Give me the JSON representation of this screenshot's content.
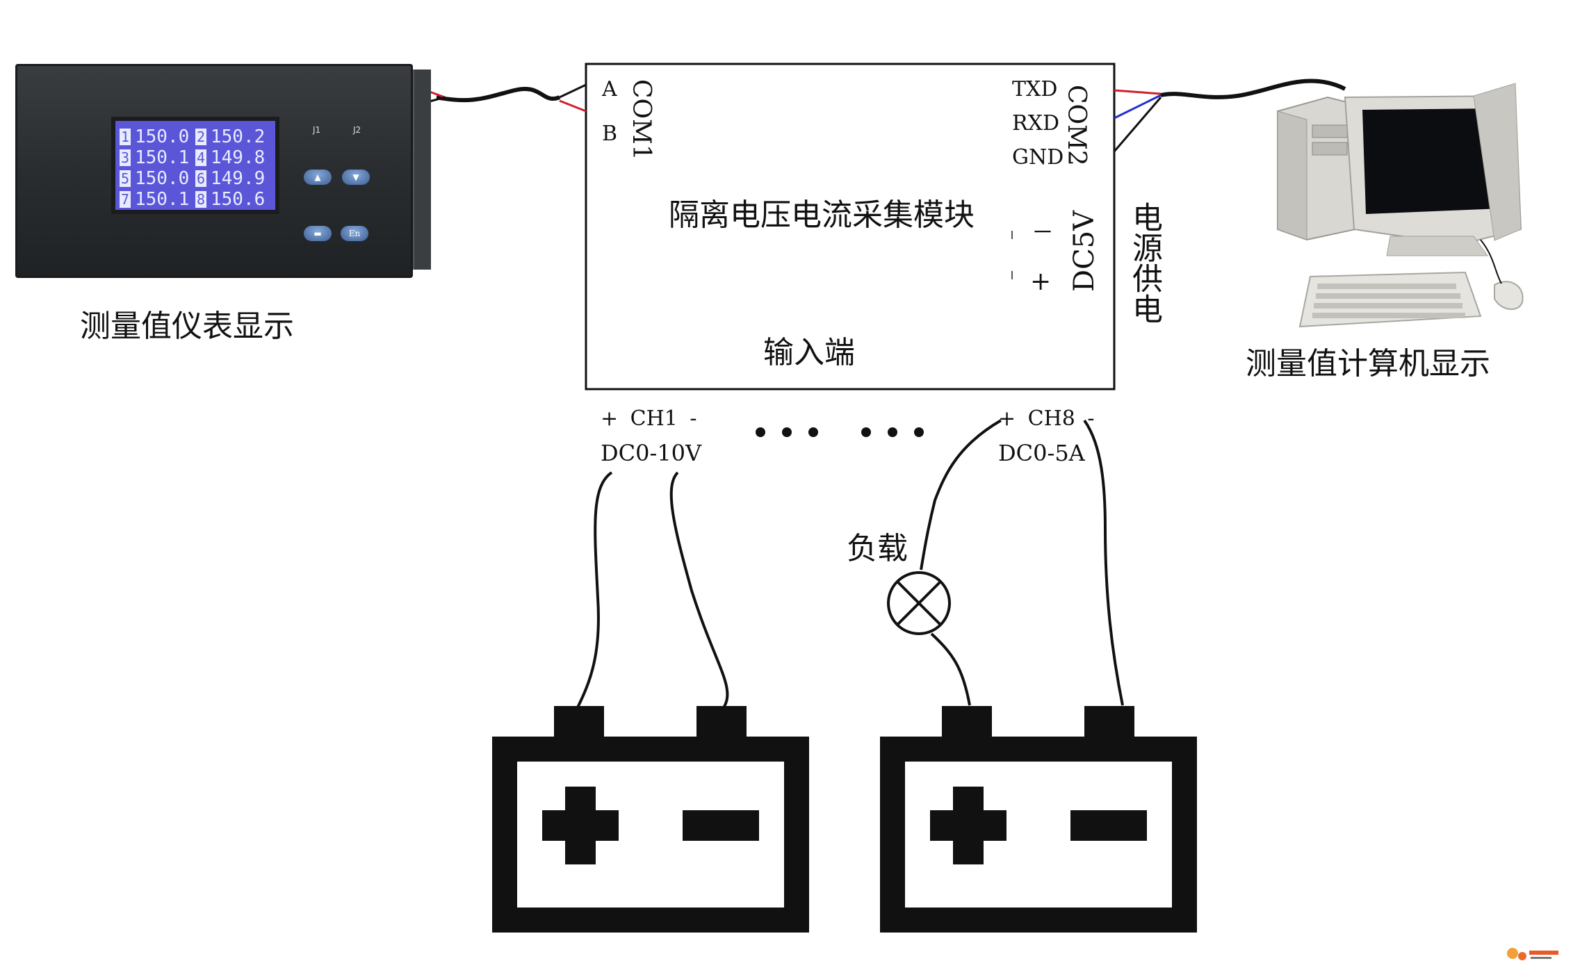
{
  "meter": {
    "caption": "测量值仪表显示",
    "lcd_rows": [
      [
        {
          "idx": "1",
          "val": "150.0"
        },
        {
          "idx": "2",
          "val": "150.2"
        }
      ],
      [
        {
          "idx": "3",
          "val": "150.1"
        },
        {
          "idx": "4",
          "val": "149.8"
        }
      ],
      [
        {
          "idx": "5",
          "val": "150.0"
        },
        {
          "idx": "6",
          "val": "149.9"
        }
      ],
      [
        {
          "idx": "7",
          "val": "150.1"
        },
        {
          "idx": "8",
          "val": "150.6"
        }
      ]
    ],
    "labels": {
      "j1": "J1",
      "j2": "J2",
      "up": "▲",
      "down": "▼",
      "en": "En"
    }
  },
  "module": {
    "title": "隔离电压电流采集模块",
    "input_label": "输入端",
    "com1": "COM1",
    "com1_pins": [
      "A",
      "B"
    ],
    "com2": "COM2",
    "com2_pins": [
      "TXD",
      "RXD",
      "GND"
    ],
    "power_minus": "－",
    "power_plus": "+",
    "power_label": "DC5V",
    "power_supply": "电源供电"
  },
  "channels": {
    "ch1_label": "+ CH1 -",
    "ch1_range": "DC0-10V",
    "ch8_label": "+ CH8 -",
    "ch8_range": "DC0-5A",
    "ellipsis": "••• •••"
  },
  "load_label": "负载",
  "computer": {
    "caption": "测量值计算机显示"
  },
  "battery_symbols": {
    "plus": "+",
    "minus": "−"
  },
  "colors": {
    "wire": "#111111",
    "red_wire": "#d0202a",
    "blue_wire": "#2330c8",
    "lcd": "#5b56d8"
  }
}
